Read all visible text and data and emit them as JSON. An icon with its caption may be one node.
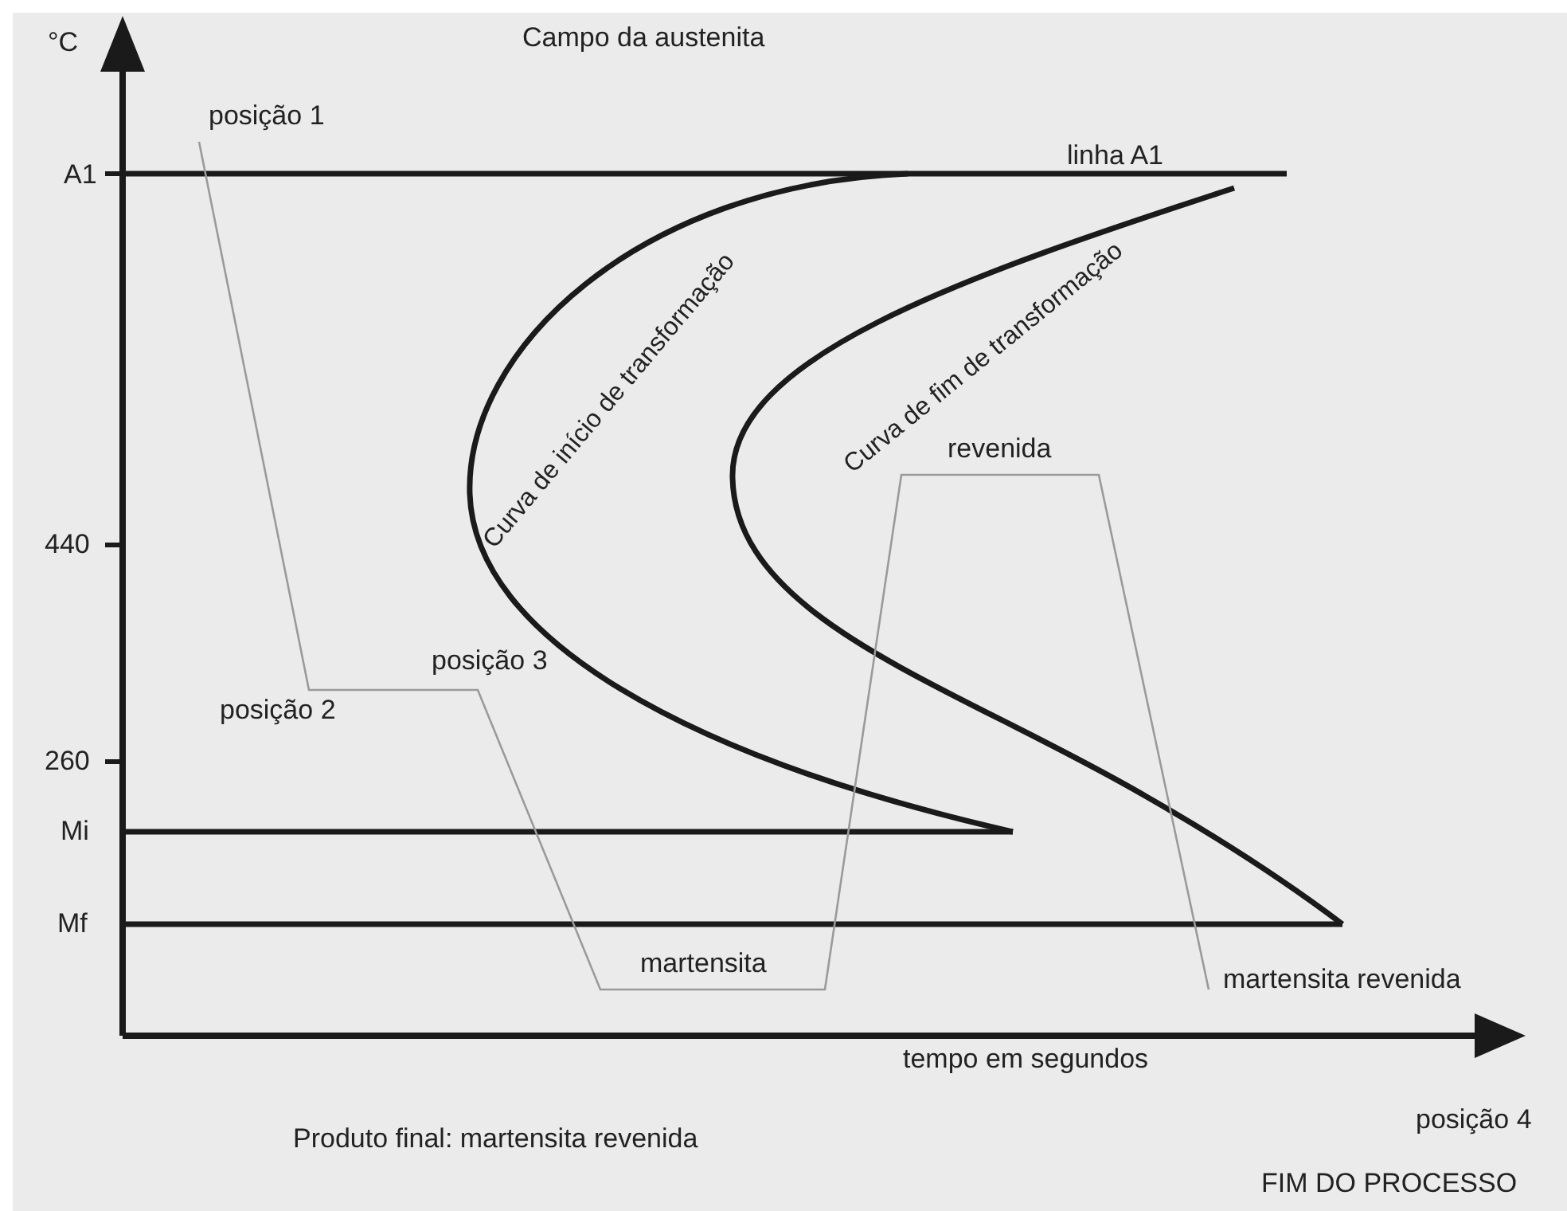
{
  "diagram": {
    "labels": [
      "°C",
      "Campo da austenita",
      "posição 1",
      "A1",
      "linha A1",
      "Curva de início de transformação",
      "Curva de fim de transformação",
      "revenida",
      "440",
      "posição 3",
      "posição 2",
      "260",
      "Mi",
      "Mf",
      "martensita",
      "martensita revenida",
      "tempo em segundos",
      "posição 4",
      "Produto final: martensita revenida",
      "FIM DO PROCESSO"
    ]
  }
}
